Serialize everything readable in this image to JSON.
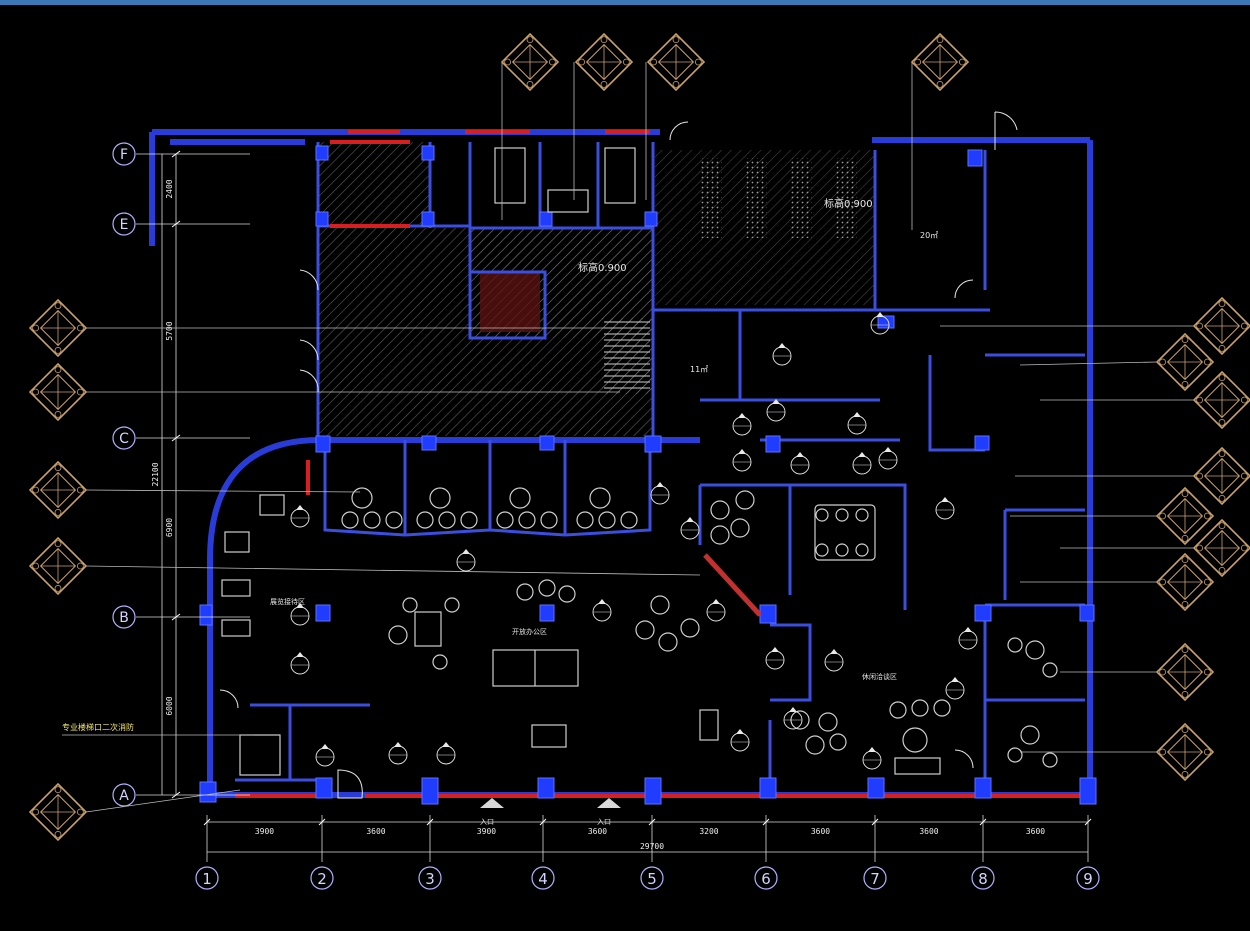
{
  "grid": {
    "columns": [
      "1",
      "2",
      "3",
      "4",
      "5",
      "6",
      "7",
      "8",
      "9"
    ],
    "rows": [
      "F",
      "E",
      "C",
      "B",
      "A"
    ]
  },
  "dimensions": {
    "bottom_spans": [
      "3900",
      "3600",
      "3900",
      "3600",
      "3200",
      "3600",
      "3600",
      "3600"
    ],
    "bottom_total": "29700",
    "left_spans": [
      "2400",
      "5700",
      "6900",
      "6000"
    ],
    "left_total": "22100"
  },
  "labels": {
    "elevation_1": "标高0.900",
    "elevation_2": "标高0.900",
    "room_area": "20㎡",
    "room_area_2": "11㎡",
    "entrance_1": "入口",
    "entrance_2": "入口",
    "left_note": "专业楼梯口二次消防",
    "reception": "展览接待区",
    "office_area": "开放办公区",
    "lounge": "休闲洽谈区"
  },
  "colors": {
    "background": "#000000",
    "wall": "#2a3cd8",
    "column": "#1f3cff",
    "window": "#d81e1e",
    "hatch": "#8a8a8a",
    "tag": "#c9a06a"
  }
}
